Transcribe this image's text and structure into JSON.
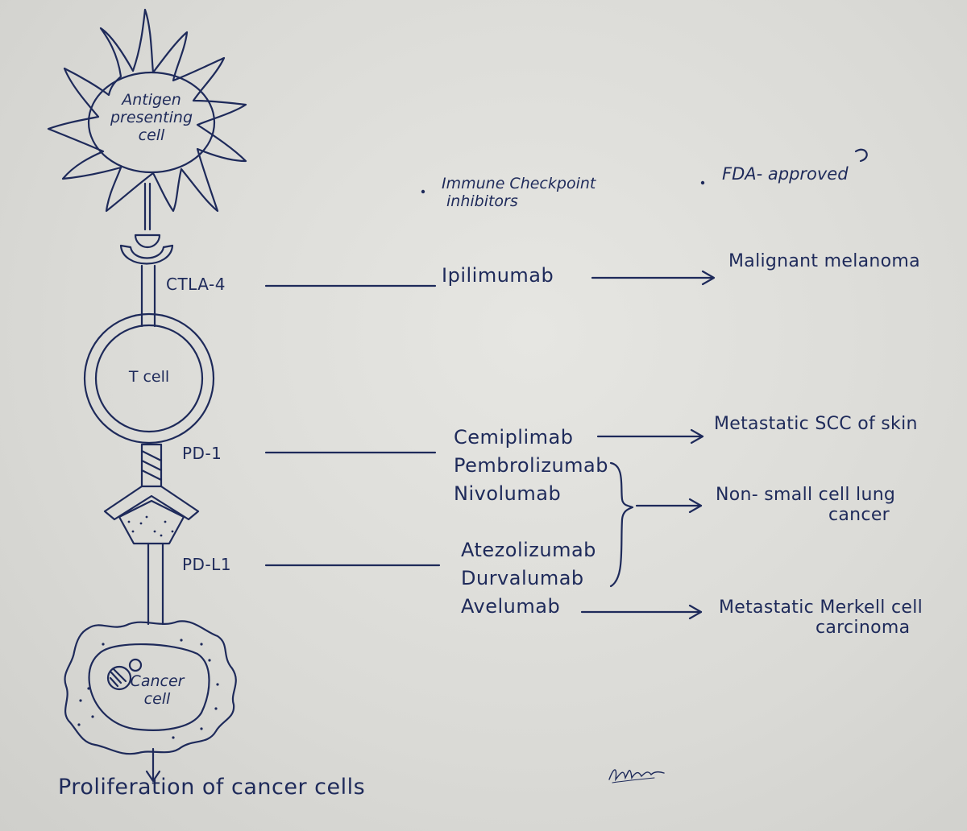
{
  "colors": {
    "ink": "#1e2a5a",
    "paper": "#dcdcd8"
  },
  "cells": {
    "apc": [
      "Antigen",
      "presenting",
      "cell"
    ],
    "tcell": "T cell",
    "cancer": [
      "Cancer",
      "cell"
    ]
  },
  "receptors": {
    "ctla4": "CTLA-4",
    "pd1": "PD-1",
    "pdl1": "PD-L1"
  },
  "headers": {
    "inhibitors": [
      "Immune Checkpoint",
      "inhibitors"
    ],
    "approved": "FDA- approved"
  },
  "drugs": {
    "ipilimumab": "Ipilimumab",
    "cemiplimab": "Cemiplimab",
    "pembrolizumab": "Pembrolizumab",
    "nivolumab": "Nivolumab",
    "atezolizumab": "Atezolizumab",
    "durvalumab": "Durvalumab",
    "avelumab": "Avelumab"
  },
  "indications": {
    "melanoma": "Malignant melanoma",
    "scc": "Metastatic SCC of skin",
    "nsclc": [
      "Non- small cell lung",
      "cancer"
    ],
    "merkel": [
      "Metastatic Merkell cell",
      "carcinoma"
    ]
  },
  "footer": "Proliferation of cancer cells"
}
